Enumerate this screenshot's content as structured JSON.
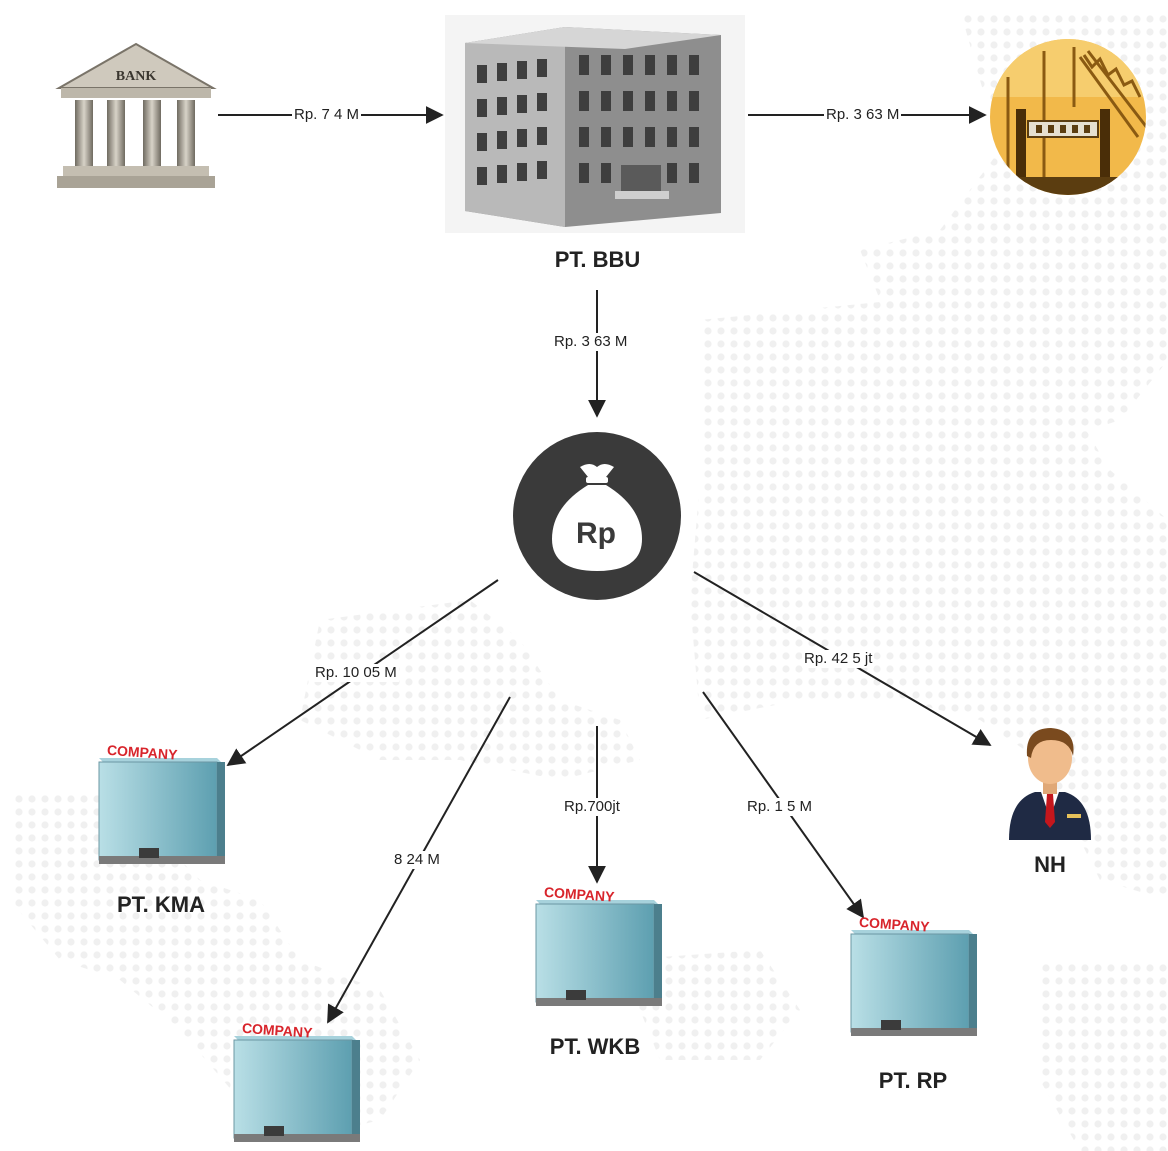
{
  "nodes": {
    "bank": {
      "sign": "BANK"
    },
    "bbu": {
      "label": "PT. BBU"
    },
    "fund": {
      "symbol": "Rp"
    },
    "kma": {
      "label": "PT. KMA",
      "sign": "COMPANY"
    },
    "company5": {
      "sign": "COMPANY"
    },
    "wkb": {
      "label": "PT. WKB",
      "sign": "COMPANY"
    },
    "rp": {
      "label": "PT. RP",
      "sign": "COMPANY"
    },
    "nh": {
      "label": "NH"
    }
  },
  "edges": {
    "bank_to_bbu": "Rp. 7 4 M",
    "bbu_to_project": "Rp. 3 63 M",
    "bbu_to_fund": "Rp. 3 63 M",
    "fund_to_kma": "Rp. 10 05 M",
    "fund_to_company5": "8 24 M",
    "fund_to_wkb": "Rp.700jt",
    "fund_to_rp": "Rp. 1 5 M",
    "fund_to_nh": "Rp. 42 5 jt"
  },
  "colors": {
    "company_sign": "#d8242b",
    "company_glass": "#8ec3cf",
    "fund_circle": "#3a3a3a",
    "project_bg": "#f2b94a",
    "edge": "#222222"
  }
}
